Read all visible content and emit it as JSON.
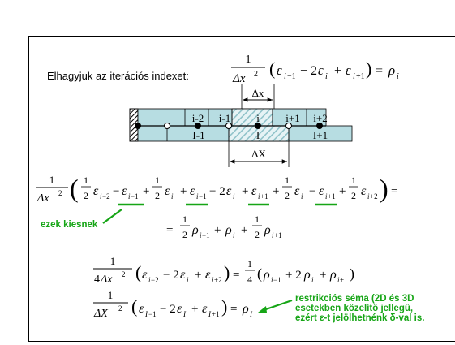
{
  "intro_text": "Elhagyjuk az iterációs indexet:",
  "equation1": {
    "numerator": "1",
    "denominator": "Δx²",
    "body": "(εi−1 − 2εi + εi+1)",
    "rhs": "= ρi"
  },
  "grid": {
    "fine_labels": [
      "i-2",
      "i-1",
      "i",
      "i+1",
      "i+2"
    ],
    "coarse_labels": [
      "I-1",
      "I",
      "I+1"
    ],
    "dx_label": "Δx",
    "DX_label": "ΔX"
  },
  "equation2_text": "1/Δx² ( 1/2 εi−2 − εi−1 + 1/2 εi + εi−1 − 2εi + εi+1 + 1/2 εi − εi+1 + 1/2 εi+2 ) =",
  "note_cancel": "ezek kiesnek",
  "equation3_text": "= 1/2 ρi−1 + ρi + 1/2 ρi+1",
  "equation4_text": "1/(4Δx²) (εi−2 − 2εi + εi+2) = 1/4 (ρi−1 + 2ρi + ρi+1)",
  "equation5_text": "1/ΔX² (εI−1 − 2εI + εI+1) = ρI",
  "note_restriction": [
    "restrikciós séma (2D és 3D",
    "esetekben közelítő jellegű,",
    "ezért ε-t jelölhetnénk δ-val is."
  ],
  "colors": {
    "green": "#16a516",
    "cell_fill": "#b7dde2",
    "hatch": "#8fc2c9"
  }
}
